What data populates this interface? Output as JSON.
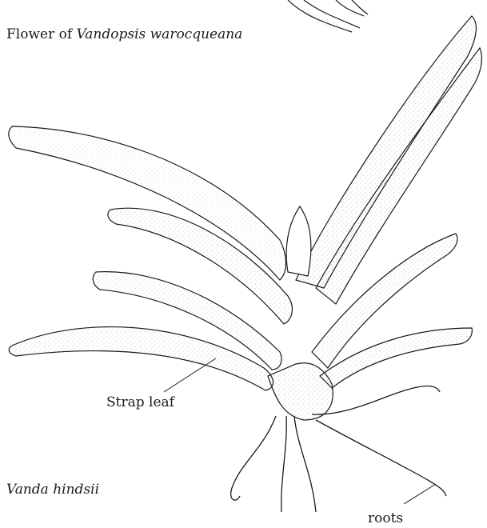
{
  "captions": {
    "flower_prefix": "Flower of ",
    "flower_species": "Vandopsis warocqueana",
    "plant_species": "Vanda hindsii"
  },
  "labels": {
    "strap_leaf": "Strap leaf",
    "roots": "roots"
  },
  "colors": {
    "ink": "#1a1a1a",
    "paper": "#ffffff",
    "stipple": "#3a3a3a"
  }
}
